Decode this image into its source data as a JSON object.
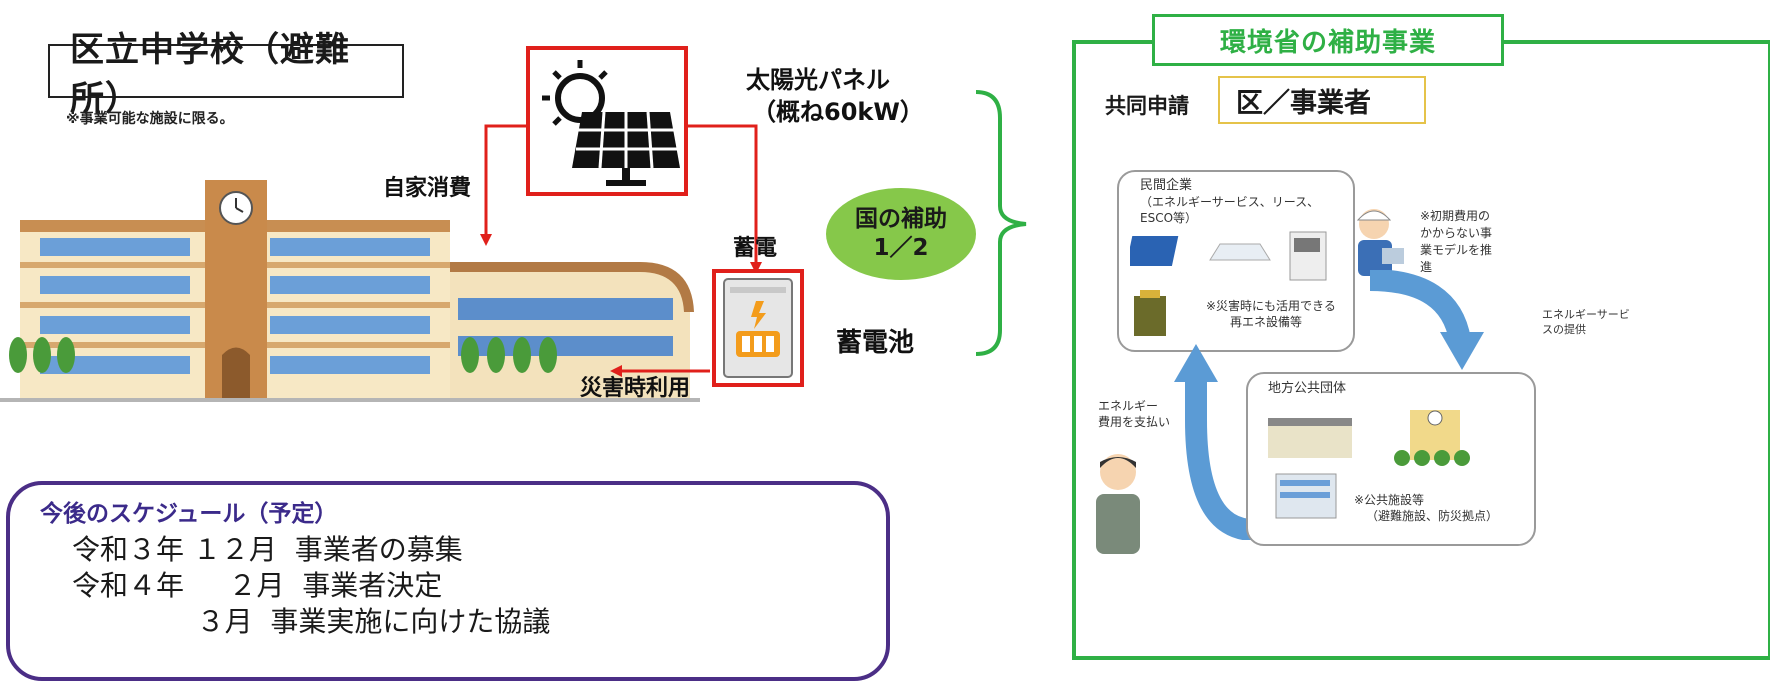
{
  "left": {
    "title": "区立中学校（避難所）",
    "note": "※事業可能な施設に限る。",
    "solar_label_line1": "太陽光パネル",
    "solar_label_line2": "（概ね60kW）",
    "self_consumption": "自家消費",
    "charge": "蓄電",
    "battery": "蓄電池",
    "disaster_use": "災害時利用",
    "subsidy_line1": "国の補助",
    "subsidy_line2": "1／2"
  },
  "schedule": {
    "title": "今後のスケジュール（予定）",
    "rows": [
      "令和３年 １２月  事業者の募集",
      "令和４年     ２月  事業者決定",
      "              ３月  事業実施に向けた協議"
    ]
  },
  "right": {
    "title": "環境省の補助事業",
    "joint_label": "共同申請",
    "joint_value": "区／事業者",
    "company_line1": "民間企業",
    "company_line2": "（エネルギーサービス、リース、",
    "company_line3": "ESCO等）",
    "initial_cost_1": "※初期費用の",
    "initial_cost_2": "かからない事",
    "initial_cost_3": "業モデルを推",
    "initial_cost_4": "進",
    "disaster_equip_1": "※災害時にも活用できる",
    "disaster_equip_2": "再エネ設備等",
    "energy_service_1": "エネルギーサービ",
    "energy_service_2": "スの提供",
    "local_gov": "地方公共団体",
    "pay_1": "エネルギー",
    "pay_2": "費用を支払い",
    "public_facility_1": "※公共施設等",
    "public_facility_2": "（避難施設、防災拠点）"
  },
  "colors": {
    "red": "#e0201b",
    "green": "#2fb045",
    "bubble": "#86c84a",
    "purple": "#4b2e86",
    "arrow_blue": "#5b9bd5"
  }
}
